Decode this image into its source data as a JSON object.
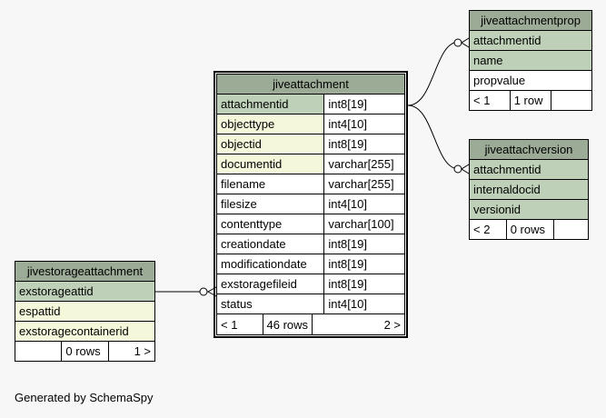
{
  "tables": {
    "jiveattachment": {
      "name": "jiveattachment",
      "columns": [
        {
          "name": "attachmentid",
          "type": "int8[19]",
          "kind": "pk"
        },
        {
          "name": "objecttype",
          "type": "int4[10]",
          "kind": "fk"
        },
        {
          "name": "objectid",
          "type": "int8[19]",
          "kind": "fk"
        },
        {
          "name": "documentid",
          "type": "varchar[255]",
          "kind": "fk"
        },
        {
          "name": "filename",
          "type": "varchar[255]",
          "kind": "plain"
        },
        {
          "name": "filesize",
          "type": "int4[10]",
          "kind": "plain"
        },
        {
          "name": "contenttype",
          "type": "varchar[100]",
          "kind": "plain"
        },
        {
          "name": "creationdate",
          "type": "int8[19]",
          "kind": "plain"
        },
        {
          "name": "modificationdate",
          "type": "int8[19]",
          "kind": "plain"
        },
        {
          "name": "exstoragefileid",
          "type": "int8[19]",
          "kind": "plain"
        },
        {
          "name": "status",
          "type": "int4[10]",
          "kind": "plain"
        }
      ],
      "footer": {
        "left": "< 1",
        "rows": "46 rows",
        "right": "2 >"
      }
    },
    "jiveattachmentprop": {
      "name": "jiveattachmentprop",
      "columns": [
        {
          "name": "attachmentid",
          "kind": "pk"
        },
        {
          "name": "name",
          "kind": "pk"
        },
        {
          "name": "propvalue",
          "kind": "plain"
        }
      ],
      "footer": {
        "left": "< 1",
        "rows": "1 row",
        "right": ""
      }
    },
    "jiveattachversion": {
      "name": "jiveattachversion",
      "columns": [
        {
          "name": "attachmentid",
          "kind": "pk"
        },
        {
          "name": "internaldocid",
          "kind": "pk"
        },
        {
          "name": "versionid",
          "kind": "pk"
        }
      ],
      "footer": {
        "left": "< 2",
        "rows": "0 rows",
        "right": ""
      }
    },
    "jivestorageattachment": {
      "name": "jivestorageattachment",
      "columns": [
        {
          "name": "exstorageattid",
          "kind": "pk"
        },
        {
          "name": "espattid",
          "kind": "fk"
        },
        {
          "name": "exstoragecontainerid",
          "kind": "fk"
        }
      ],
      "footer": {
        "left": "",
        "rows": "0 rows",
        "right": "1 >"
      }
    }
  },
  "footer_text": "Generated by SchemaSpy"
}
